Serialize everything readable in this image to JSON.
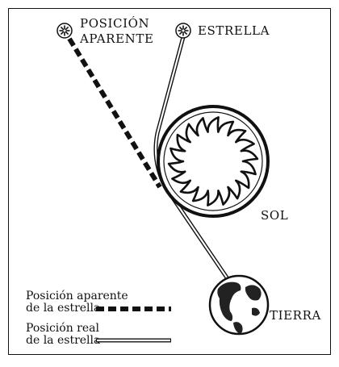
{
  "diagram": {
    "labels": {
      "apparent_line1": "POSICIÓN",
      "apparent_line2": "APARENTE",
      "star": "ESTRELLA",
      "sun": "SOL",
      "earth": "TIERRA"
    },
    "legend": {
      "apparent_line1": "Posición aparente",
      "apparent_line2": "de la estrella",
      "real_line1": "Posición real",
      "real_line2": "de la estrella"
    },
    "colors": {
      "ink": "#111111",
      "background": "#ffffff"
    },
    "icons": [
      "star-icon",
      "sun-icon",
      "earth-globe-icon"
    ]
  }
}
